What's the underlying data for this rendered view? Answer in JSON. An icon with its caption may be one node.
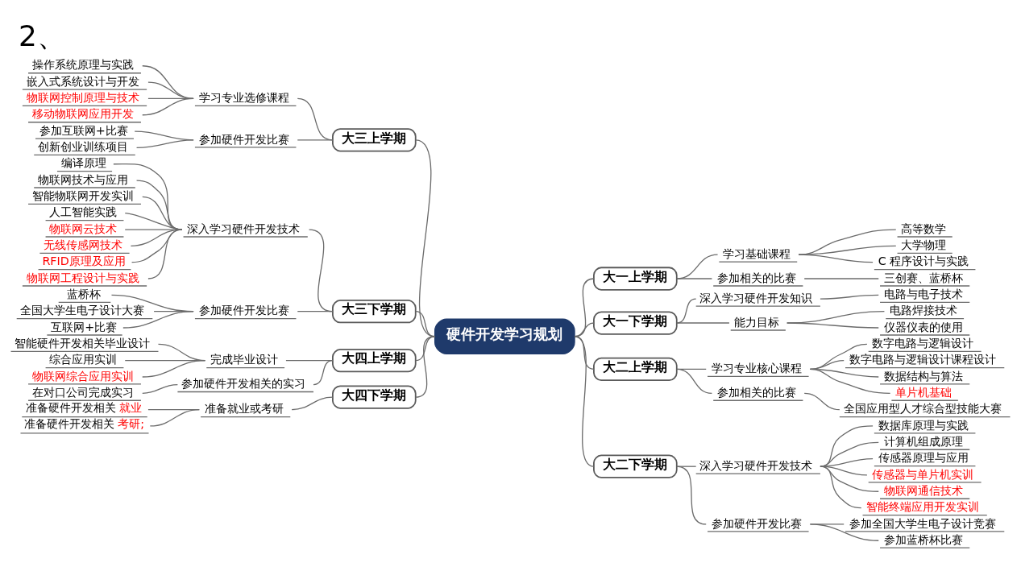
{
  "diagram": {
    "title": "2、",
    "nodes": [
      {
        "text": [
          "硬件开发学习规划"
        ]
      },
      {
        "text": [
          "大一上学期"
        ]
      },
      {
        "text": [
          "学习基础课程"
        ]
      },
      {
        "text": [
          "高等数学"
        ]
      },
      {
        "text": [
          "大学物理"
        ]
      },
      {
        "text": [
          "C 程序设计与实践"
        ]
      },
      {
        "text": [
          "参加相关的比赛"
        ]
      },
      {
        "text": [
          "三创赛、蓝桥杯"
        ]
      },
      {
        "text": [
          "大一下学期"
        ]
      },
      {
        "text": [
          "深入学习硬件开发知识"
        ]
      },
      {
        "text": [
          "电路与电子技术"
        ]
      },
      {
        "text": [
          "能力目标"
        ]
      },
      {
        "text": [
          "电路焊接技术"
        ]
      },
      {
        "text": [
          "仪器仪表的使用"
        ]
      },
      {
        "text": [
          "大二上学期"
        ]
      },
      {
        "text": [
          "学习专业核心课程"
        ]
      },
      {
        "text": [
          "数字电路与逻辑设计"
        ]
      },
      {
        "text": [
          "数字电路与逻辑设计课程设计"
        ]
      },
      {
        "text": [
          "数据结构与算法"
        ]
      },
      {
        "text": [
          "单片机基础"
        ]
      },
      {
        "text": [
          "参加相关的比赛"
        ]
      },
      {
        "text": [
          "全国应用型人才综合型技能大赛"
        ]
      },
      {
        "text": [
          "大二下学期"
        ]
      },
      {
        "text": [
          "深入学习硬件开发技术"
        ]
      },
      {
        "text": [
          "数据库原理与实践"
        ]
      },
      {
        "text": [
          "计算机组成原理"
        ]
      },
      {
        "text": [
          "传感器原理与应用"
        ]
      },
      {
        "text": [
          "传感器与单片机实训"
        ]
      },
      {
        "text": [
          "物联网通信技术"
        ]
      },
      {
        "text": [
          "智能终端应用开发实训"
        ]
      },
      {
        "text": [
          "参加硬件开发比赛"
        ]
      },
      {
        "text": [
          "参加全国大学生电子设计竞赛"
        ]
      },
      {
        "text": [
          "参加蓝桥杯比赛"
        ]
      },
      {
        "text": [
          "大三上学期"
        ]
      },
      {
        "text": [
          "学习专业选修课程"
        ]
      },
      {
        "text": [
          "操作系统原理与实践"
        ]
      },
      {
        "text": [
          "嵌入式系统设计与开发"
        ]
      },
      {
        "text": [
          "物联网控制原理与技术"
        ]
      },
      {
        "text": [
          "移动物联网应用开发"
        ]
      },
      {
        "text": [
          "参加硬件开发比赛"
        ]
      },
      {
        "text": [
          "参加互联网+比赛"
        ]
      },
      {
        "text": [
          "创新创业训练项目"
        ]
      },
      {
        "text": [
          "大三下学期"
        ]
      },
      {
        "text": [
          "深入学习硬件开发技术"
        ]
      },
      {
        "text": [
          "编译原理"
        ]
      },
      {
        "text": [
          "物联网技术与应用"
        ]
      },
      {
        "text": [
          "智能物联网开发实训"
        ]
      },
      {
        "text": [
          "人工智能实践"
        ]
      },
      {
        "text": [
          "物联网云技术"
        ]
      },
      {
        "text": [
          "无线传感网技术"
        ]
      },
      {
        "text": [
          "RFID原理及应用"
        ]
      },
      {
        "text": [
          "物联网工程设计与实践"
        ]
      },
      {
        "text": [
          "参加硬件开发比赛"
        ]
      },
      {
        "text": [
          "蓝桥杯"
        ]
      },
      {
        "text": [
          "全国大学生电子设计大赛"
        ]
      },
      {
        "text": [
          "互联网+比赛"
        ]
      },
      {
        "text": [
          "大四上学期"
        ]
      },
      {
        "text": [
          "完成毕业设计"
        ]
      },
      {
        "text": [
          "智能硬件开发相关毕业设计"
        ]
      },
      {
        "text": [
          "综合应用实训"
        ]
      },
      {
        "text": [
          "物联网综合应用实训"
        ]
      },
      {
        "text": [
          "参加硬件开发相关的实习"
        ]
      },
      {
        "text": [
          "在对口公司完成实习"
        ]
      },
      {
        "text": [
          "大四下学期"
        ]
      },
      {
        "text": [
          "准备就业或考研"
        ]
      },
      {
        "text": [
          "准备硬件开发相关就业"
        ]
      },
      {
        "text": [
          "准备硬件开发相关考研;"
        ]
      }
    ],
    "edges": [
      {
        "from": 0,
        "to": 1,
        "arrow": "none"
      },
      {
        "from": 1,
        "to": 2,
        "arrow": "none"
      },
      {
        "from": 2,
        "to": 3,
        "arrow": "none"
      },
      {
        "from": 2,
        "to": 4,
        "arrow": "none"
      },
      {
        "from": 2,
        "to": 5,
        "arrow": "none"
      },
      {
        "from": 1,
        "to": 6,
        "arrow": "none"
      },
      {
        "from": 6,
        "to": 7,
        "arrow": "none"
      },
      {
        "from": 0,
        "to": 8,
        "arrow": "none"
      },
      {
        "from": 8,
        "to": 9,
        "arrow": "none"
      },
      {
        "from": 9,
        "to": 10,
        "arrow": "none"
      },
      {
        "from": 8,
        "to": 11,
        "arrow": "none"
      },
      {
        "from": 11,
        "to": 12,
        "arrow": "none"
      },
      {
        "from": 11,
        "to": 13,
        "arrow": "none"
      },
      {
        "from": 0,
        "to": 14,
        "arrow": "none"
      },
      {
        "from": 14,
        "to": 15,
        "arrow": "none"
      },
      {
        "from": 15,
        "to": 16,
        "arrow": "none"
      },
      {
        "from": 15,
        "to": 17,
        "arrow": "none"
      },
      {
        "from": 15,
        "to": 18,
        "arrow": "none"
      },
      {
        "from": 15,
        "to": 19,
        "arrow": "none"
      },
      {
        "from": 14,
        "to": 20,
        "arrow": "none"
      },
      {
        "from": 20,
        "to": 21,
        "arrow": "none"
      },
      {
        "from": 0,
        "to": 22,
        "arrow": "none"
      },
      {
        "from": 22,
        "to": 23,
        "arrow": "none"
      },
      {
        "from": 23,
        "to": 24,
        "arrow": "none"
      },
      {
        "from": 23,
        "to": 25,
        "arrow": "none"
      },
      {
        "from": 23,
        "to": 26,
        "arrow": "none"
      },
      {
        "from": 23,
        "to": 27,
        "arrow": "none"
      },
      {
        "from": 23,
        "to": 28,
        "arrow": "none"
      },
      {
        "from": 23,
        "to": 29,
        "arrow": "none"
      },
      {
        "from": 22,
        "to": 30,
        "arrow": "none"
      },
      {
        "from": 30,
        "to": 31,
        "arrow": "none"
      },
      {
        "from": 30,
        "to": 32,
        "arrow": "none"
      },
      {
        "from": 33,
        "to": 0,
        "arrow": "none"
      },
      {
        "from": 34,
        "to": 33,
        "arrow": "none"
      },
      {
        "from": 35,
        "to": 34,
        "arrow": "none"
      },
      {
        "from": 36,
        "to": 34,
        "arrow": "none"
      },
      {
        "from": 37,
        "to": 34,
        "arrow": "none"
      },
      {
        "from": 38,
        "to": 34,
        "arrow": "none"
      },
      {
        "from": 39,
        "to": 33,
        "arrow": "none"
      },
      {
        "from": 40,
        "to": 39,
        "arrow": "none"
      },
      {
        "from": 41,
        "to": 39,
        "arrow": "none"
      },
      {
        "from": 42,
        "to": 0,
        "arrow": "none"
      },
      {
        "from": 43,
        "to": 42,
        "arrow": "none"
      },
      {
        "from": 44,
        "to": 43,
        "arrow": "none"
      },
      {
        "from": 45,
        "to": 43,
        "arrow": "none"
      },
      {
        "from": 46,
        "to": 43,
        "arrow": "none"
      },
      {
        "from": 47,
        "to": 43,
        "arrow": "none"
      },
      {
        "from": 48,
        "to": 43,
        "arrow": "none"
      },
      {
        "from": 49,
        "to": 43,
        "arrow": "none"
      },
      {
        "from": 50,
        "to": 43,
        "arrow": "none"
      },
      {
        "from": 51,
        "to": 43,
        "arrow": "none"
      },
      {
        "from": 52,
        "to": 42,
        "arrow": "none"
      },
      {
        "from": 53,
        "to": 52,
        "arrow": "none"
      },
      {
        "from": 54,
        "to": 52,
        "arrow": "none"
      },
      {
        "from": 55,
        "to": 52,
        "arrow": "none"
      },
      {
        "from": 56,
        "to": 0,
        "arrow": "none"
      },
      {
        "from": 57,
        "to": 56,
        "arrow": "none"
      },
      {
        "from": 58,
        "to": 57,
        "arrow": "none"
      },
      {
        "from": 59,
        "to": 57,
        "arrow": "none"
      },
      {
        "from": 60,
        "to": 57,
        "arrow": "none"
      },
      {
        "from": 61,
        "to": 56,
        "arrow": "none"
      },
      {
        "from": 62,
        "to": 61,
        "arrow": "none"
      },
      {
        "from": 63,
        "to": 0,
        "arrow": "none"
      },
      {
        "from": 64,
        "to": 63,
        "arrow": "none"
      },
      {
        "from": 65,
        "to": 64,
        "arrow": "none"
      },
      {
        "from": 66,
        "to": 64,
        "arrow": "none"
      }
    ]
  }
}
